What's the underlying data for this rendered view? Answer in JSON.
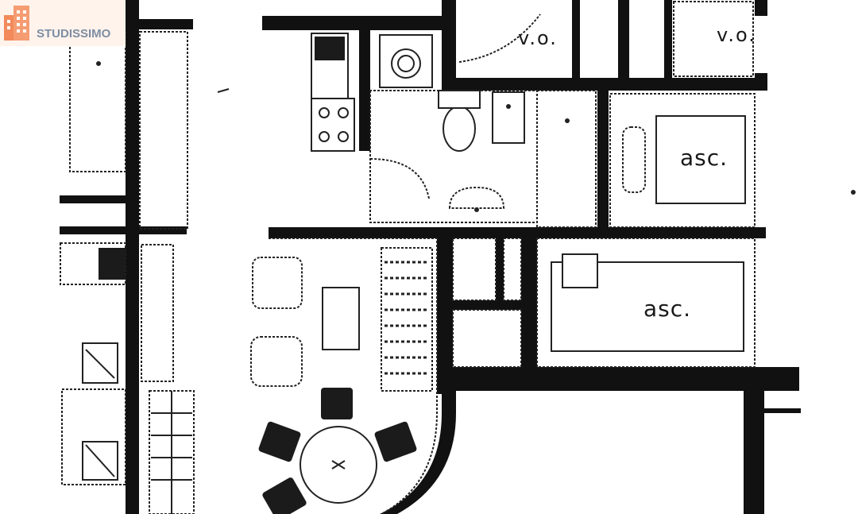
{
  "watermark": {
    "text": "STUDISSIMO",
    "icon": "building-icon",
    "colors": {
      "building": "#f28a5b",
      "text": "#7d8ea3",
      "background": "#fff3ec"
    }
  },
  "labels": {
    "vo_left": "v.o.",
    "vo_right": "v.o.",
    "asc_upper": "asc.",
    "asc_lower": "asc."
  },
  "colors": {
    "wall": "#111111",
    "line": "#222222",
    "background": "#ffffff"
  }
}
